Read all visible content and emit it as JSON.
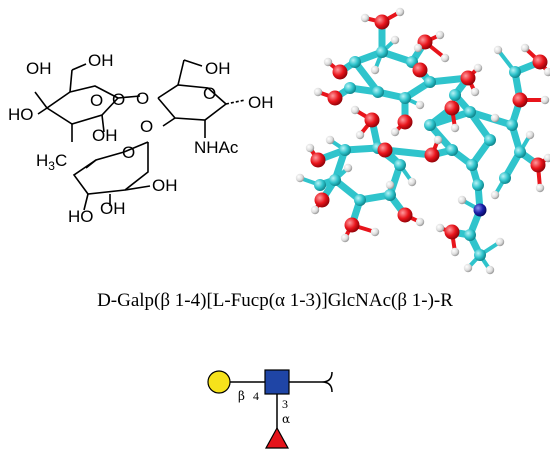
{
  "structure_2d": {
    "labels": {
      "gal_oh4": "OH",
      "gal_oh6": "OH",
      "gal_ho3": "HO",
      "gal_oh2": "OH",
      "glc_oh6": "OH",
      "glc_oh1": "OH",
      "glc_nhac": "NHAc",
      "fuc_h3c": "H",
      "fuc_h3c_sub": "3",
      "fuc_h3c_c": "C",
      "fuc_oh2": "OH",
      "fuc_ho4": "HO",
      "fuc_oh3": "OH",
      "ring_o": "O"
    }
  },
  "model_3d": {
    "colors": {
      "carbon": "#2fc4cc",
      "oxygen": "#e8141b",
      "hydrogen": "#e8e8e8",
      "nitrogen": "#1a1fa8"
    }
  },
  "glycan_name": "D-Galp(β 1-4)[L-Fucp(α 1-3)]GlcNAc(β 1-)-R",
  "snfg": {
    "colors": {
      "galactose": "#f6e21b",
      "glcnac": "#1f45a6",
      "fucose": "#e5141b"
    },
    "link_gal_anomer": "β",
    "link_gal_position": "4",
    "link_fuc_position": "3",
    "link_fuc_anomer": "α"
  }
}
